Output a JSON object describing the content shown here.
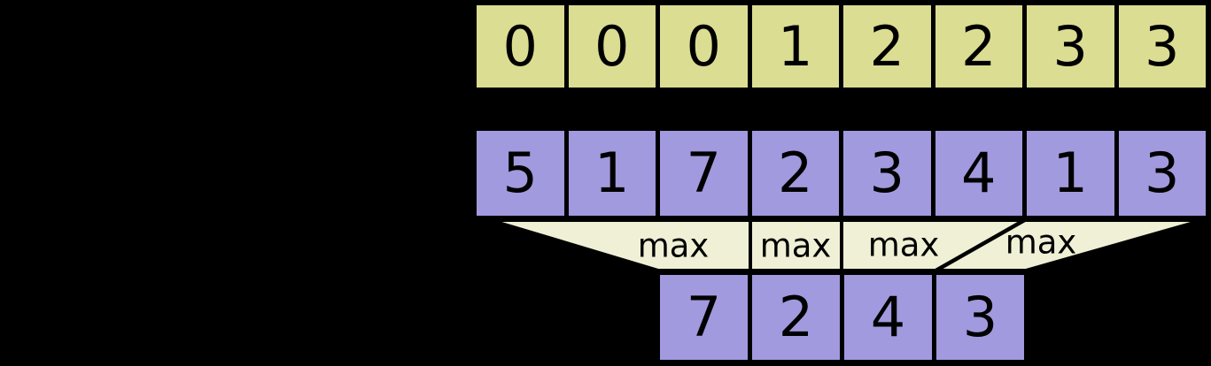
{
  "canvas": {
    "background": "#000000",
    "border_color": "#000000"
  },
  "rows": {
    "segment_ids": {
      "color": "#dbdd92",
      "values": [
        "0",
        "0",
        "0",
        "1",
        "2",
        "2",
        "3",
        "3"
      ]
    },
    "input": {
      "color": "#a19ade",
      "values": [
        "5",
        "1",
        "7",
        "2",
        "3",
        "4",
        "1",
        "3"
      ]
    },
    "output": {
      "color": "#a19ade",
      "values": [
        "7",
        "2",
        "4",
        "3"
      ]
    }
  },
  "funnels": {
    "fill": "#f0f0d6",
    "stroke": "#000000",
    "labels": [
      "max",
      "max",
      "max",
      "max"
    ]
  }
}
